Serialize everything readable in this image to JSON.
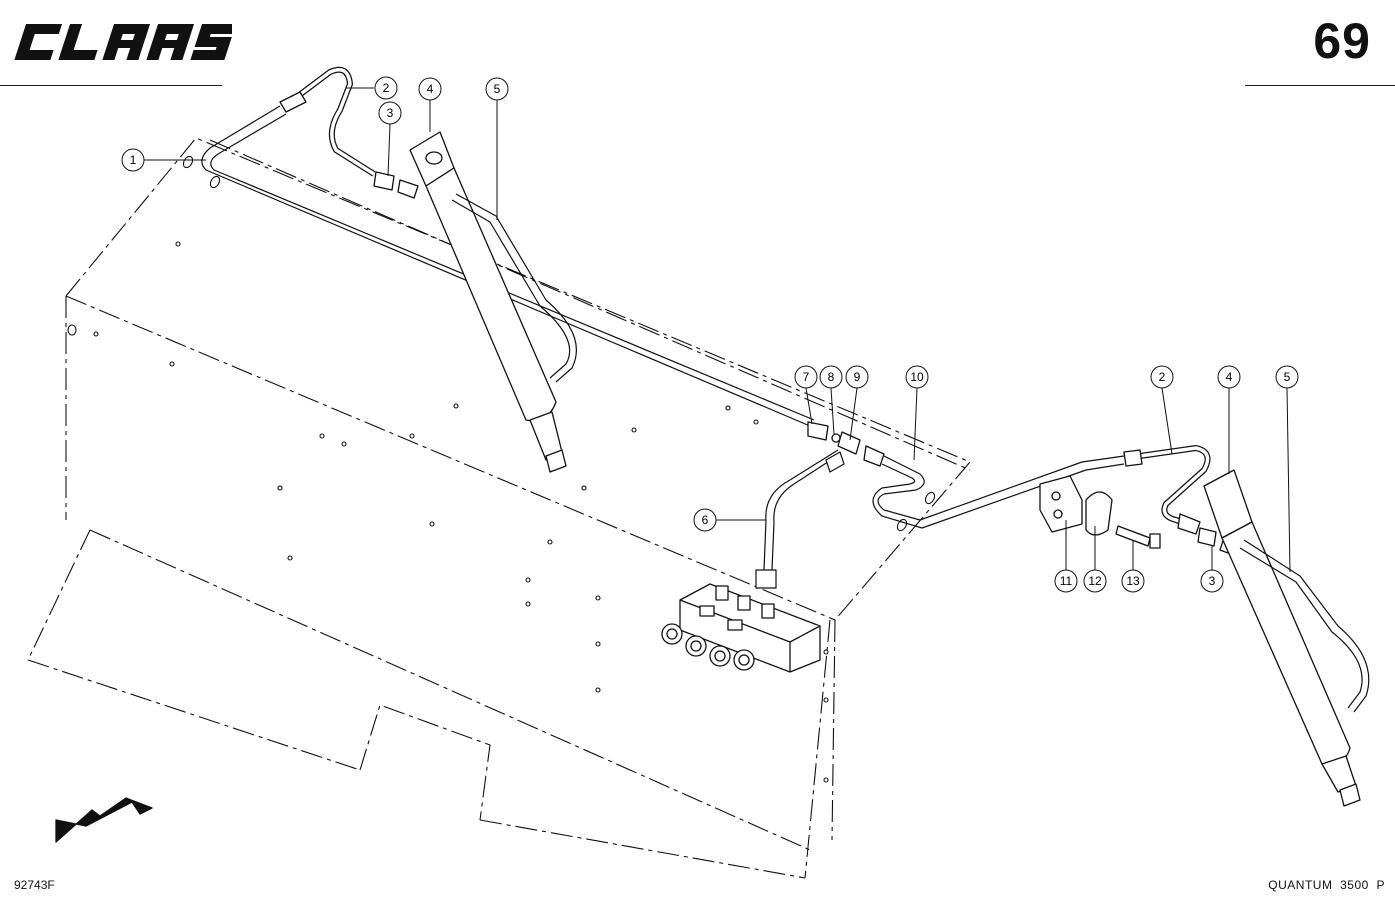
{
  "header": {
    "brand": "CLAAS",
    "page_number": "69"
  },
  "footer": {
    "drawing_code": "92743F",
    "model": "QUANTUM  3500  P"
  },
  "callouts": [
    {
      "id": "c1",
      "label": "1"
    },
    {
      "id": "c2a",
      "label": "2"
    },
    {
      "id": "c3a",
      "label": "3"
    },
    {
      "id": "c4a",
      "label": "4"
    },
    {
      "id": "c5a",
      "label": "5"
    },
    {
      "id": "c6",
      "label": "6"
    },
    {
      "id": "c7",
      "label": "7"
    },
    {
      "id": "c8",
      "label": "8"
    },
    {
      "id": "c9",
      "label": "9"
    },
    {
      "id": "c10",
      "label": "10"
    },
    {
      "id": "c2b",
      "label": "2"
    },
    {
      "id": "c4b",
      "label": "4"
    },
    {
      "id": "c5b",
      "label": "5"
    },
    {
      "id": "c11",
      "label": "11"
    },
    {
      "id": "c12",
      "label": "12"
    },
    {
      "id": "c13",
      "label": "13"
    },
    {
      "id": "c3b",
      "label": "3"
    }
  ],
  "colors": {
    "ink": "#111111",
    "paper": "#ffffff"
  }
}
